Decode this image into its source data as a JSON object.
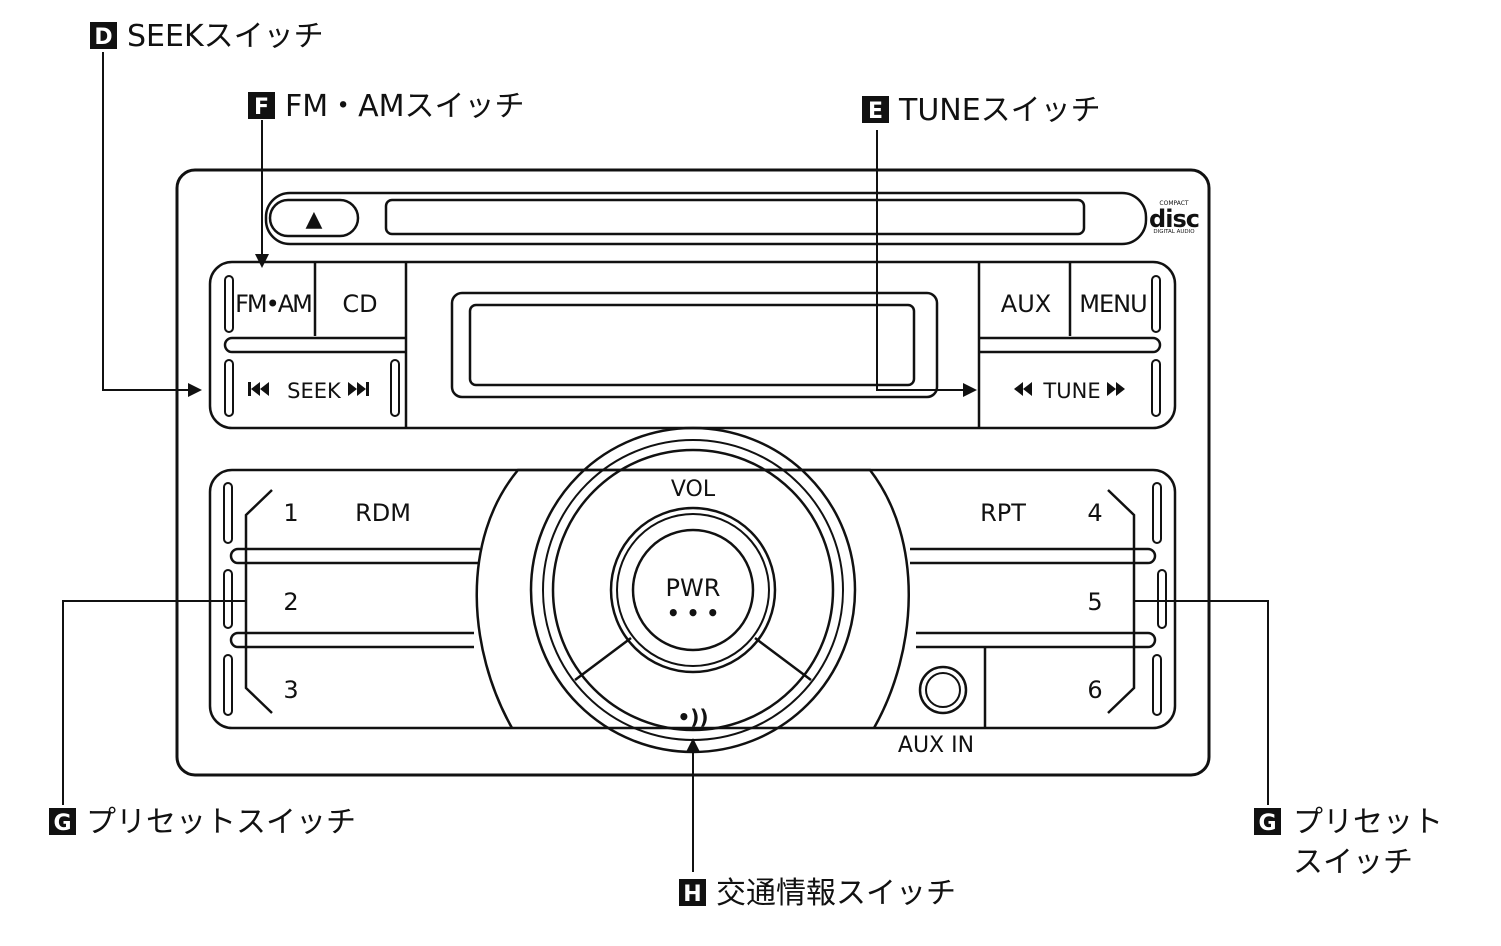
{
  "callouts": {
    "D": {
      "badge": "D",
      "text": "SEEKスイッチ"
    },
    "F": {
      "badge": "F",
      "text": "FM・AMスイッチ"
    },
    "E": {
      "badge": "E",
      "text": "TUNEスイッチ"
    },
    "G_left": {
      "badge": "G",
      "text": "プリセットスイッチ"
    },
    "G_right": {
      "badge": "G",
      "text_line1": "プリセット",
      "text_line2": "スイッチ"
    },
    "H": {
      "badge": "H",
      "text": "交通情報スイッチ"
    }
  },
  "unit": {
    "eject_symbol": "▲",
    "disc_logo": {
      "top": "COMPACT",
      "main": "disc",
      "bottom": "DIGITAL AUDIO"
    },
    "buttons": {
      "fm_am": "FM•AM",
      "cd": "CD",
      "aux": "AUX",
      "menu": "MENU",
      "seek": "SEEK",
      "tune": "TUNE",
      "vol": "VOL",
      "pwr": "PWR",
      "pwr_dots": "• • •",
      "traffic": "•))",
      "aux_in": "AUX IN",
      "rdm": "RDM",
      "rpt": "RPT"
    },
    "presets": [
      "1",
      "2",
      "3",
      "4",
      "5",
      "6"
    ]
  },
  "icons": {
    "eject": "eject-icon",
    "seek_prev": "skip-back-icon",
    "seek_next": "skip-forward-icon",
    "tune_down": "rewind-icon",
    "tune_up": "fast-forward-icon",
    "traffic": "traffic-info-icon",
    "aux_jack": "aux-jack-icon"
  }
}
